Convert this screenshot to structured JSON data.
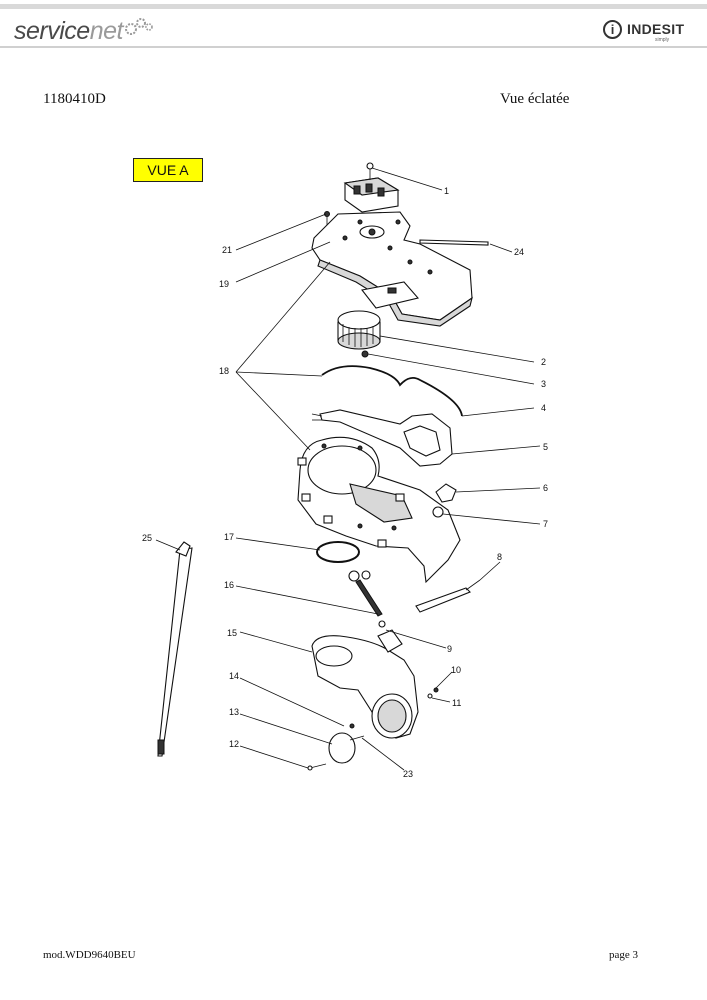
{
  "header": {
    "logo_left_main": "service",
    "logo_left_accent": "net",
    "logo_right_symbol": "i",
    "logo_right_word": "INDESIT",
    "logo_right_sub": "simply"
  },
  "document": {
    "code": "1180410D",
    "title": "Vue éclatée",
    "view_label": "VUE A"
  },
  "diagram": {
    "callouts": [
      "1",
      "2",
      "3",
      "4",
      "5",
      "6",
      "7",
      "8",
      "9",
      "10",
      "11",
      "12",
      "13",
      "14",
      "15",
      "16",
      "17",
      "18",
      "19",
      "21",
      "23",
      "24",
      "25"
    ]
  },
  "footer": {
    "model": "mod.WDD9640BEU",
    "page": "page 3"
  }
}
